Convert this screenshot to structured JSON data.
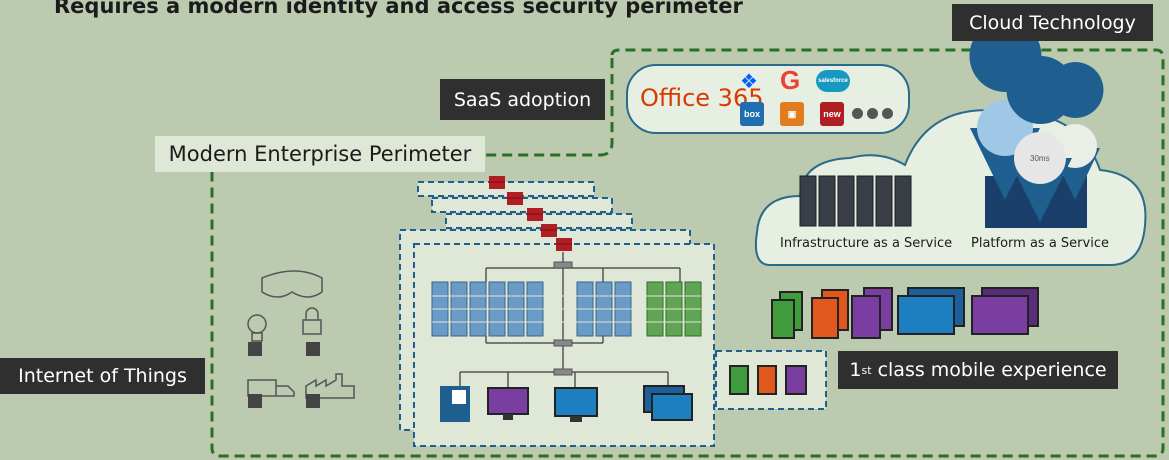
{
  "header": {
    "title": "Requires a modern identity and access security perimeter"
  },
  "labels": {
    "cloud_technology": "Cloud Technology",
    "saas_adoption": "SaaS adoption",
    "modern_perimeter": "Modern Enterprise Perimeter",
    "internet_of_things": "Internet of Things",
    "mobile_experience_sup": "st",
    "mobile_experience_pre": "1",
    "mobile_experience_rest": " class mobile experience"
  },
  "saas": {
    "office365": "Office 365",
    "salesforce": "salesforce",
    "box": "box",
    "new": "new"
  },
  "cloud": {
    "iaas": "Infrastructure as a Service",
    "paas": "Platform as a Service",
    "gauge": "30ms"
  },
  "colors": {
    "background": "#bccab0",
    "perimeter_green": "#2b6e26",
    "network_blue": "#1f5f8f",
    "dark_label": "#2f2f2f",
    "firewall_red": "#b01e24"
  }
}
